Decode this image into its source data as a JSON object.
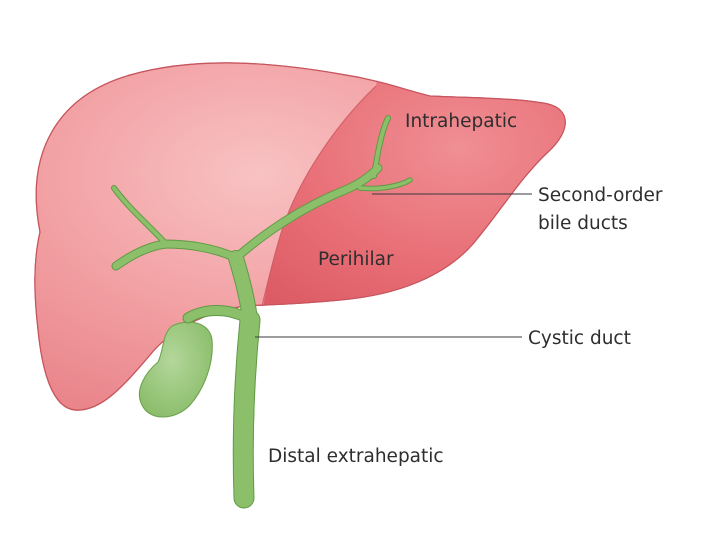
{
  "labels": {
    "intrahepatic": "Intrahepatic",
    "second_order_line1": "Second-order",
    "second_order_line2": "bile ducts",
    "perihilar": "Perihilar",
    "cystic_duct": "Cystic duct",
    "distal_extrahepatic": "Distal extrahepatic"
  },
  "colors": {
    "liver_left_lobe": "#f3a3a5",
    "liver_right_lobe": "#ea6f77",
    "liver_outline": "#c7555e",
    "bile_duct": "#8cbf6a",
    "bile_duct_outline": "#5f9a45",
    "gallbladder": "#98c77a",
    "leader_line": "#3a3a3a",
    "label_text": "#2e2e2e"
  }
}
